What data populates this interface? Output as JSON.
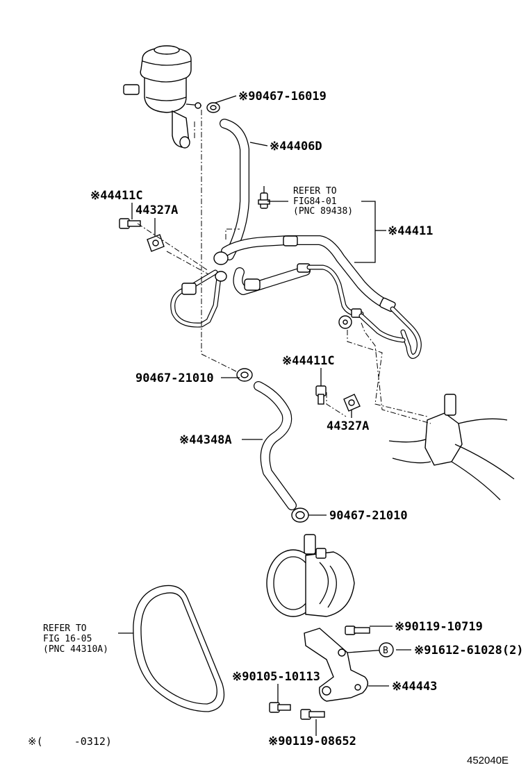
{
  "labels": {
    "l_90467_16019": "※90467-16019",
    "l_44406D": "※44406D",
    "l_44411C_top": "※44411C",
    "l_44327A_top": "44327A",
    "l_44411": "※44411",
    "l_90467_21010_a": "90467-21010",
    "l_44411C_mid": "※44411C",
    "l_44327A_mid": "44327A",
    "l_44348A": "※44348A",
    "l_90467_21010_b": "90467-21010",
    "l_90119_10719": "※90119-10719",
    "l_91612_61028": "※91612-61028(2)",
    "l_90105_10113": "※90105-10113",
    "l_44443": "※44443",
    "l_90119_08652": "※90119-08652"
  },
  "refs": {
    "ref1_line1": "REFER TO",
    "ref1_line2": "FIG84-01",
    "ref1_line3": "(PNC 89438)",
    "ref2_line1": "REFER TO",
    "ref2_line2": "FIG 16-05",
    "ref2_line3": "(PNC 44310A)"
  },
  "callout_b": "B",
  "footnote": "※(     -0312)",
  "figure_id": "452040E"
}
